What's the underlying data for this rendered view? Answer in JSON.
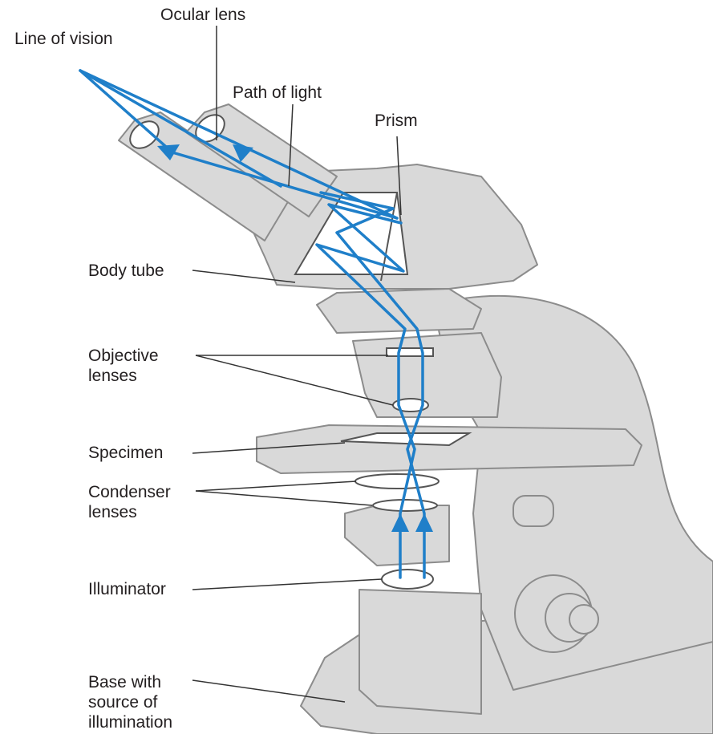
{
  "labels": {
    "ocular_lens": "Ocular lens",
    "line_of_vision": "Line of vision",
    "path_of_light": "Path of light",
    "prism": "Prism",
    "body_tube": "Body tube",
    "objective_lenses": "Objective\nlenses",
    "specimen": "Specimen",
    "condenser_lenses": "Condenser\nlenses",
    "illuminator": "Illuminator",
    "base": "Base with\nsource of\nillumination"
  },
  "colors": {
    "body": "#d9d9d9",
    "outline": "#8c8c8c",
    "light_path": "#1f7fc9",
    "leader": "#333333",
    "text": "#231f20"
  }
}
